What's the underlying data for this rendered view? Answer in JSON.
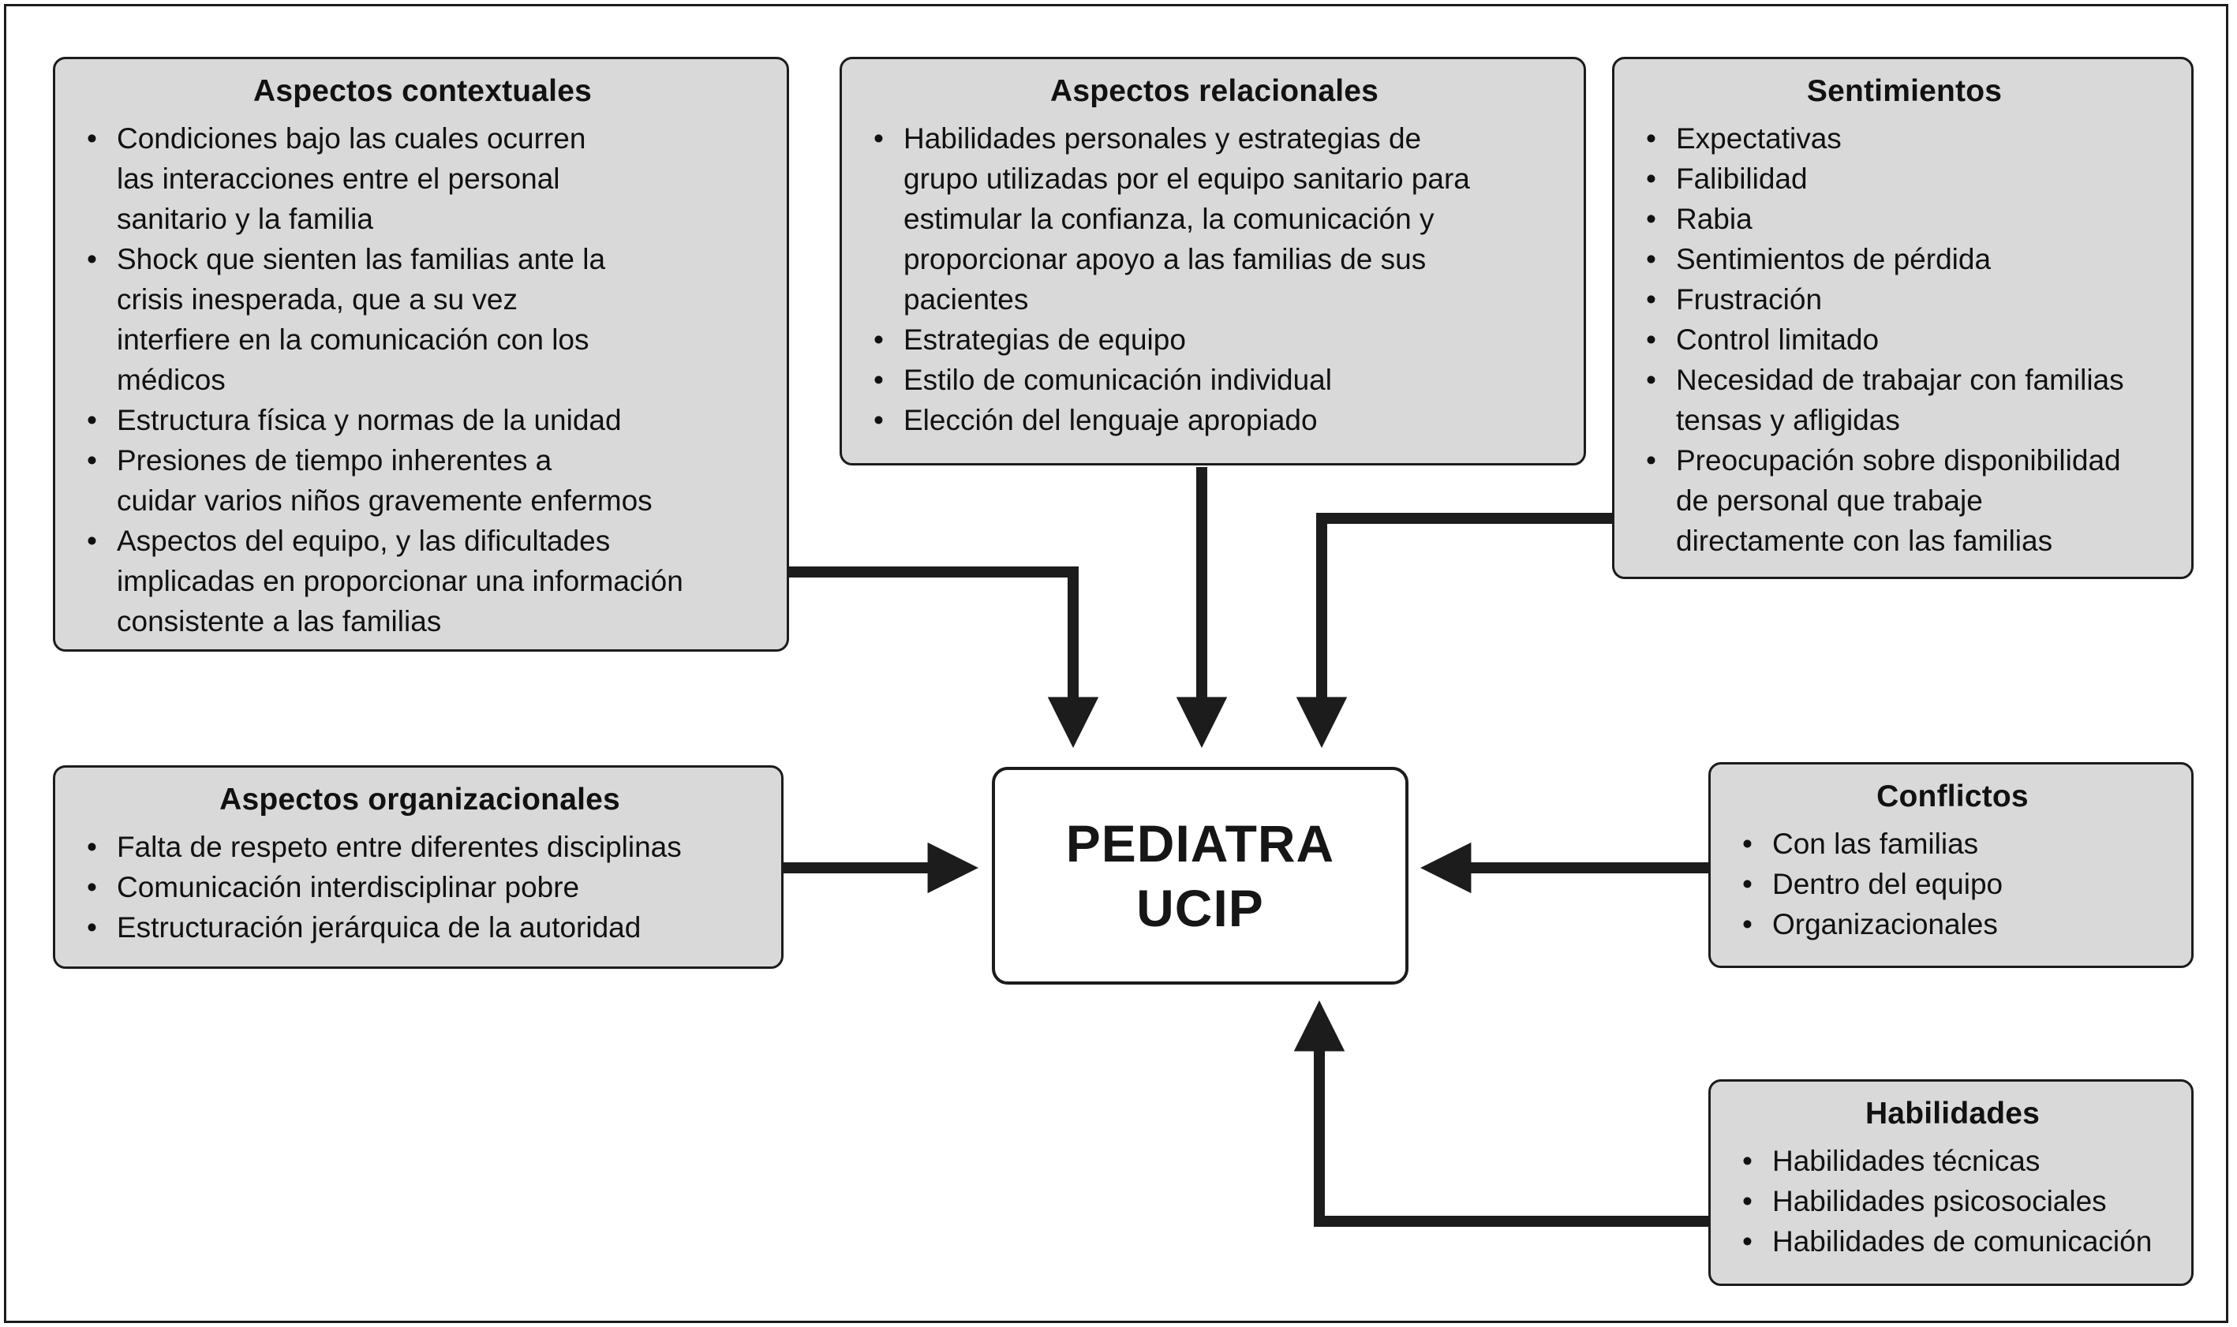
{
  "diagram": {
    "center": {
      "label": "PEDIATRA\nUCIP"
    },
    "boxes": {
      "contextuales": {
        "title": "Aspectos contextuales",
        "bullets": [
          "Condiciones bajo las cuales ocurren\nlas interacciones entre el personal\nsanitario y la familia",
          "Shock que sienten las familias ante la\ncrisis inesperada, que a su vez\ninterfiere en la comunicación con los\nmédicos",
          "Estructura física y normas de la unidad",
          "Presiones de tiempo inherentes a\ncuidar varios niños gravemente enfermos",
          "Aspectos del equipo, y las dificultades\nimplicadas en proporcionar una información\nconsistente a las familias"
        ]
      },
      "relacionales": {
        "title": "Aspectos relacionales",
        "bullets": [
          "Habilidades personales y estrategias de\ngrupo utilizadas por el equipo sanitario para\nestimular la confianza, la comunicación y\nproporcionar apoyo a las familias de sus\npacientes",
          "Estrategias de equipo",
          "Estilo de comunicación individual",
          "Elección del lenguaje apropiado"
        ]
      },
      "sentimientos": {
        "title": "Sentimientos",
        "bullets": [
          "Expectativas",
          "Falibilidad",
          "Rabia",
          "Sentimientos de pérdida",
          "Frustración",
          "Control limitado",
          "Necesidad de trabajar con familias\ntensas y afligidas",
          "Preocupación sobre disponibilidad\nde personal que trabaje\ndirectamente con las familias"
        ]
      },
      "organizacionales": {
        "title": "Aspectos organizacionales",
        "bullets": [
          "Falta de respeto entre diferentes disciplinas",
          "Comunicación interdisciplinar pobre",
          "Estructuración jerárquica de la autoridad"
        ]
      },
      "conflictos": {
        "title": "Conflictos",
        "bullets": [
          "Con las familias",
          "Dentro del equipo",
          "Organizacionales"
        ]
      },
      "habilidades": {
        "title": "Habilidades",
        "bullets": [
          "Habilidades técnicas",
          "Habilidades psicosociales",
          "Habilidades de comunicación"
        ]
      }
    },
    "colors": {
      "box_fill": "#d9d9d9",
      "line": "#1c1c1c",
      "background": "#ffffff"
    }
  }
}
